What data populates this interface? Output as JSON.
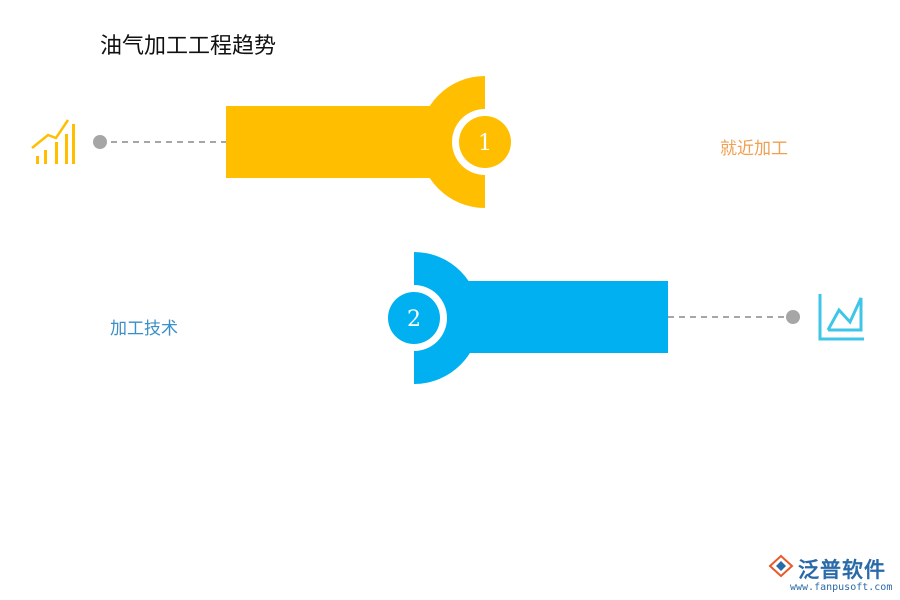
{
  "title": "油气加工工程趋势",
  "colors": {
    "yellow": "#ffbf00",
    "blue": "#00b0f0",
    "dot": "#a6a6a6"
  },
  "items": [
    {
      "number": "1",
      "label": "就近加工",
      "color": "#ffbf00",
      "icon": "bar-chart-icon"
    },
    {
      "number": "2",
      "label": "加工技术",
      "color": "#00b0f0",
      "icon": "area-chart-icon"
    }
  ],
  "brand": {
    "name": "泛普软件",
    "url": "www.fanpusoft.com"
  }
}
